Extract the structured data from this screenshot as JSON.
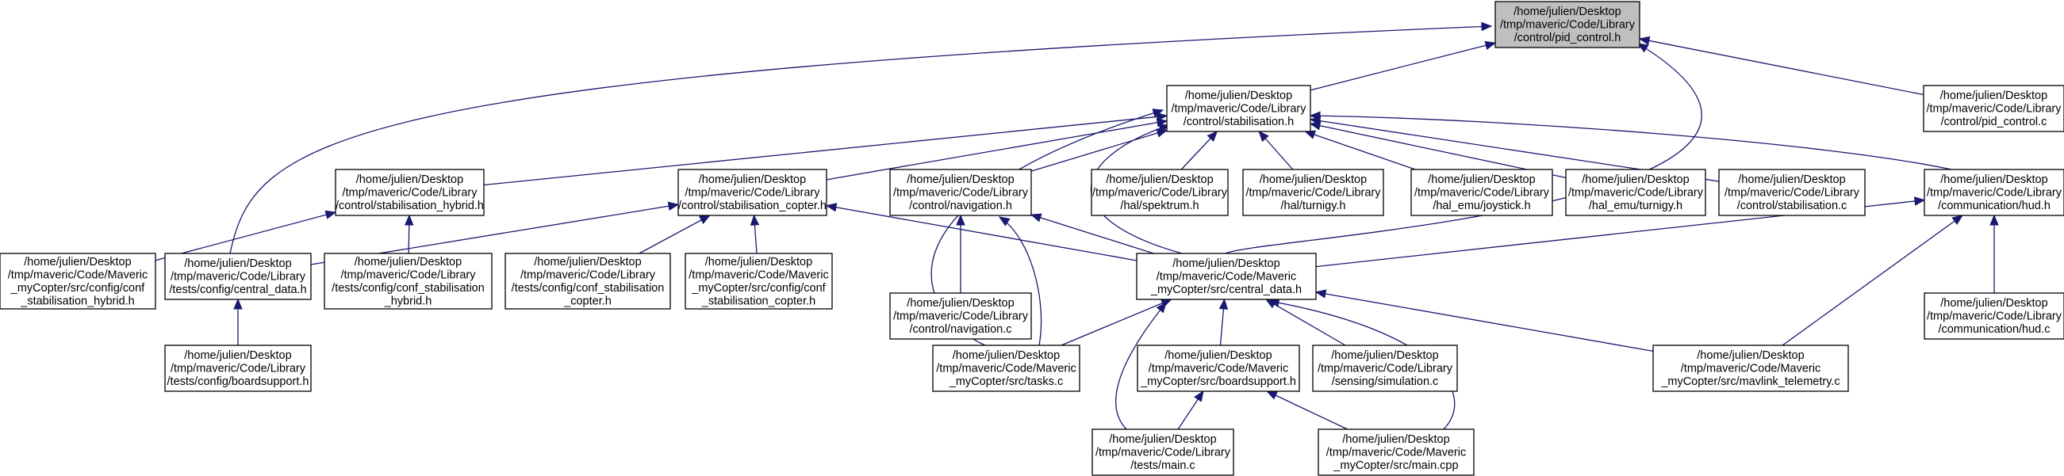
{
  "nodes": [
    {
      "id": "pid_control_h",
      "lines": [
        "/home/julien/Desktop",
        "/tmp/maveric/Code/Library",
        "/control/pid_control.h"
      ],
      "highlight": true
    },
    {
      "id": "stabilisation_h",
      "lines": [
        "/home/julien/Desktop",
        "/tmp/maveric/Code/Library",
        "/control/stabilisation.h"
      ]
    },
    {
      "id": "pid_control_c",
      "lines": [
        "/home/julien/Desktop",
        "/tmp/maveric/Code/Library",
        "/control/pid_control.c"
      ]
    },
    {
      "id": "stabilisation_hybrid_h",
      "lines": [
        "/home/julien/Desktop",
        "/tmp/maveric/Code/Library",
        "/control/stabilisation_hybrid.h"
      ]
    },
    {
      "id": "stabilisation_copter_h",
      "lines": [
        "/home/julien/Desktop",
        "/tmp/maveric/Code/Library",
        "/control/stabilisation_copter.h"
      ]
    },
    {
      "id": "navigation_h",
      "lines": [
        "/home/julien/Desktop",
        "/tmp/maveric/Code/Library",
        "/control/navigation.h"
      ]
    },
    {
      "id": "spektrum_h",
      "lines": [
        "/home/julien/Desktop",
        "/tmp/maveric/Code/Library",
        "/hal/spektrum.h"
      ]
    },
    {
      "id": "turnigy_h",
      "lines": [
        "/home/julien/Desktop",
        "/tmp/maveric/Code/Library",
        "/hal/turnigy.h"
      ]
    },
    {
      "id": "joystick_h",
      "lines": [
        "/home/julien/Desktop",
        "/tmp/maveric/Code/Library",
        "/hal_emu/joystick.h"
      ]
    },
    {
      "id": "emu_turnigy_h",
      "lines": [
        "/home/julien/Desktop",
        "/tmp/maveric/Code/Library",
        "/hal_emu/turnigy.h"
      ]
    },
    {
      "id": "stabilisation_c",
      "lines": [
        "/home/julien/Desktop",
        "/tmp/maveric/Code/Library",
        "/control/stabilisation.c"
      ]
    },
    {
      "id": "hud_h",
      "lines": [
        "/home/julien/Desktop",
        "/tmp/maveric/Code/Library",
        "/communication/hud.h"
      ]
    },
    {
      "id": "conf_stab_hybrid_mycopter",
      "lines": [
        "/home/julien/Desktop",
        "/tmp/maveric/Code/Maveric",
        "_myCopter/src/config/conf",
        "_stabilisation_hybrid.h"
      ]
    },
    {
      "id": "tests_central_data_h",
      "lines": [
        "/home/julien/Desktop",
        "/tmp/maveric/Code/Library",
        "/tests/config/central_data.h"
      ]
    },
    {
      "id": "tests_conf_stab_hybrid",
      "lines": [
        "/home/julien/Desktop",
        "/tmp/maveric/Code/Library",
        "/tests/config/conf_stabilisation",
        "_hybrid.h"
      ]
    },
    {
      "id": "tests_conf_stab_copter",
      "lines": [
        "/home/julien/Desktop",
        "/tmp/maveric/Code/Library",
        "/tests/config/conf_stabilisation",
        "_copter.h"
      ]
    },
    {
      "id": "conf_stab_copter_mycopter",
      "lines": [
        "/home/julien/Desktop",
        "/tmp/maveric/Code/Maveric",
        "_myCopter/src/config/conf",
        "_stabilisation_copter.h"
      ]
    },
    {
      "id": "navigation_c",
      "lines": [
        "/home/julien/Desktop",
        "/tmp/maveric/Code/Library",
        "/control/navigation.c"
      ]
    },
    {
      "id": "central_data_h",
      "lines": [
        "/home/julien/Desktop",
        "/tmp/maveric/Code/Maveric",
        "_myCopter/src/central_data.h"
      ]
    },
    {
      "id": "hud_c",
      "lines": [
        "/home/julien/Desktop",
        "/tmp/maveric/Code/Library",
        "/communication/hud.c"
      ]
    },
    {
      "id": "tests_boardsupport_h",
      "lines": [
        "/home/julien/Desktop",
        "/tmp/maveric/Code/Library",
        "/tests/config/boardsupport.h"
      ]
    },
    {
      "id": "tasks_c",
      "lines": [
        "/home/julien/Desktop",
        "/tmp/maveric/Code/Maveric",
        "_myCopter/src/tasks.c"
      ]
    },
    {
      "id": "boardsupport_h",
      "lines": [
        "/home/julien/Desktop",
        "/tmp/maveric/Code/Maveric",
        "_myCopter/src/boardsupport.h"
      ]
    },
    {
      "id": "simulation_c",
      "lines": [
        "/home/julien/Desktop",
        "/tmp/maveric/Code/Library",
        "/sensing/simulation.c"
      ]
    },
    {
      "id": "mavlink_telemetry_c",
      "lines": [
        "/home/julien/Desktop",
        "/tmp/maveric/Code/Maveric",
        "_myCopter/src/mavlink_telemetry.c"
      ]
    },
    {
      "id": "tests_main_c",
      "lines": [
        "/home/julien/Desktop",
        "/tmp/maveric/Code/Library",
        "/tests/main.c"
      ]
    },
    {
      "id": "main_cpp",
      "lines": [
        "/home/julien/Desktop",
        "/tmp/maveric/Code/Maveric",
        "_myCopter/src/main.cpp"
      ]
    }
  ],
  "edges": [
    {
      "from": "stabilisation_h",
      "to": "pid_control_h"
    },
    {
      "from": "pid_control_c",
      "to": "pid_control_h"
    },
    {
      "from": "tests_central_data_h",
      "to": "pid_control_h"
    },
    {
      "from": "central_data_h",
      "to": "pid_control_h"
    },
    {
      "from": "stabilisation_hybrid_h",
      "to": "stabilisation_h"
    },
    {
      "from": "stabilisation_copter_h",
      "to": "stabilisation_h"
    },
    {
      "from": "navigation_h",
      "to": "stabilisation_h"
    },
    {
      "from": "spektrum_h",
      "to": "stabilisation_h"
    },
    {
      "from": "turnigy_h",
      "to": "stabilisation_h"
    },
    {
      "from": "joystick_h",
      "to": "stabilisation_h"
    },
    {
      "from": "emu_turnigy_h",
      "to": "stabilisation_h"
    },
    {
      "from": "stabilisation_c",
      "to": "stabilisation_h"
    },
    {
      "from": "hud_h",
      "to": "stabilisation_h"
    },
    {
      "from": "tasks_c",
      "to": "stabilisation_h"
    },
    {
      "from": "central_data_h",
      "to": "stabilisation_h"
    },
    {
      "from": "conf_stab_hybrid_mycopter",
      "to": "stabilisation_hybrid_h"
    },
    {
      "from": "tests_conf_stab_hybrid",
      "to": "stabilisation_hybrid_h"
    },
    {
      "from": "tests_central_data_h",
      "to": "stabilisation_copter_h"
    },
    {
      "from": "tests_conf_stab_copter",
      "to": "stabilisation_copter_h"
    },
    {
      "from": "conf_stab_copter_mycopter",
      "to": "stabilisation_copter_h"
    },
    {
      "from": "central_data_h",
      "to": "stabilisation_copter_h"
    },
    {
      "from": "navigation_c",
      "to": "navigation_h"
    },
    {
      "from": "central_data_h",
      "to": "navigation_h"
    },
    {
      "from": "tasks_c",
      "to": "navigation_h"
    },
    {
      "from": "central_data_h",
      "to": "hud_h"
    },
    {
      "from": "hud_c",
      "to": "hud_h"
    },
    {
      "from": "mavlink_telemetry_c",
      "to": "hud_h"
    },
    {
      "from": "tests_boardsupport_h",
      "to": "tests_central_data_h"
    },
    {
      "from": "tasks_c",
      "to": "central_data_h"
    },
    {
      "from": "boardsupport_h",
      "to": "central_data_h"
    },
    {
      "from": "simulation_c",
      "to": "central_data_h"
    },
    {
      "from": "mavlink_telemetry_c",
      "to": "central_data_h"
    },
    {
      "from": "tests_main_c",
      "to": "central_data_h"
    },
    {
      "from": "main_cpp",
      "to": "central_data_h"
    },
    {
      "from": "tests_main_c",
      "to": "boardsupport_h"
    },
    {
      "from": "main_cpp",
      "to": "boardsupport_h"
    }
  ],
  "colors": {
    "edge": "#191970",
    "highlight_fill": "#bfbfbf",
    "box_fill": "#ffffff",
    "box_stroke": "#000000"
  }
}
